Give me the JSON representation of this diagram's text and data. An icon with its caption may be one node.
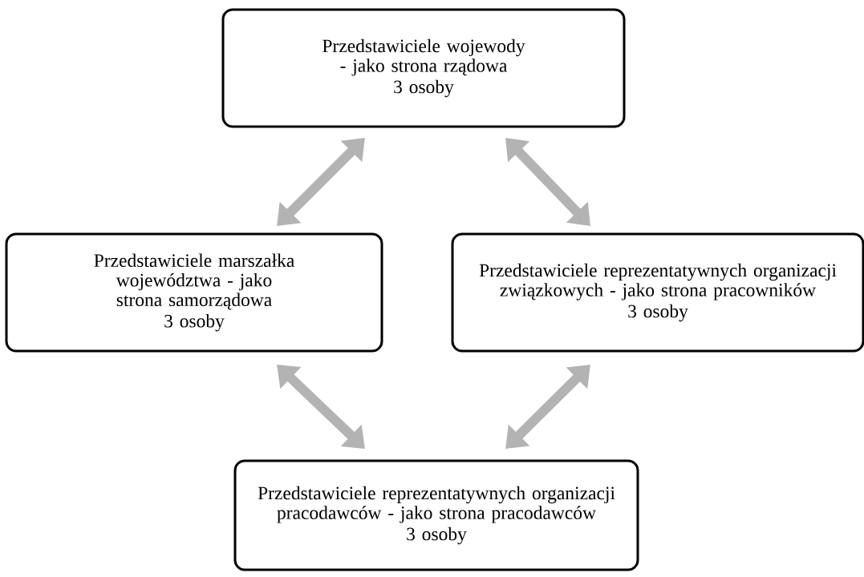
{
  "diagram": {
    "nodes": [
      {
        "text": [
          "Przedstawiciele wojewody - jako strona rządowa",
          "3 osoby"
        ]
      },
      {
        "text": [
          "Przedstawiciele marszałka województwa - jako strona samorządowa",
          "3 osoby"
        ]
      },
      {
        "text": [
          "Przedstawiciele reprezentatywnych organizacji związkowych - jako strona pracowników",
          "3 osoby"
        ]
      },
      {
        "text": [
          "Przedstawiciele reprezentatywnych organizacji pracodawców - jako strona pracodawców",
          "3 osoby"
        ]
      }
    ],
    "edges": [
      {
        "from": 0,
        "to": 1,
        "arrow": "both"
      },
      {
        "from": 0,
        "to": 2,
        "arrow": "both"
      },
      {
        "from": 1,
        "to": 3,
        "arrow": "both"
      },
      {
        "from": 2,
        "to": 3,
        "arrow": "both"
      }
    ]
  }
}
